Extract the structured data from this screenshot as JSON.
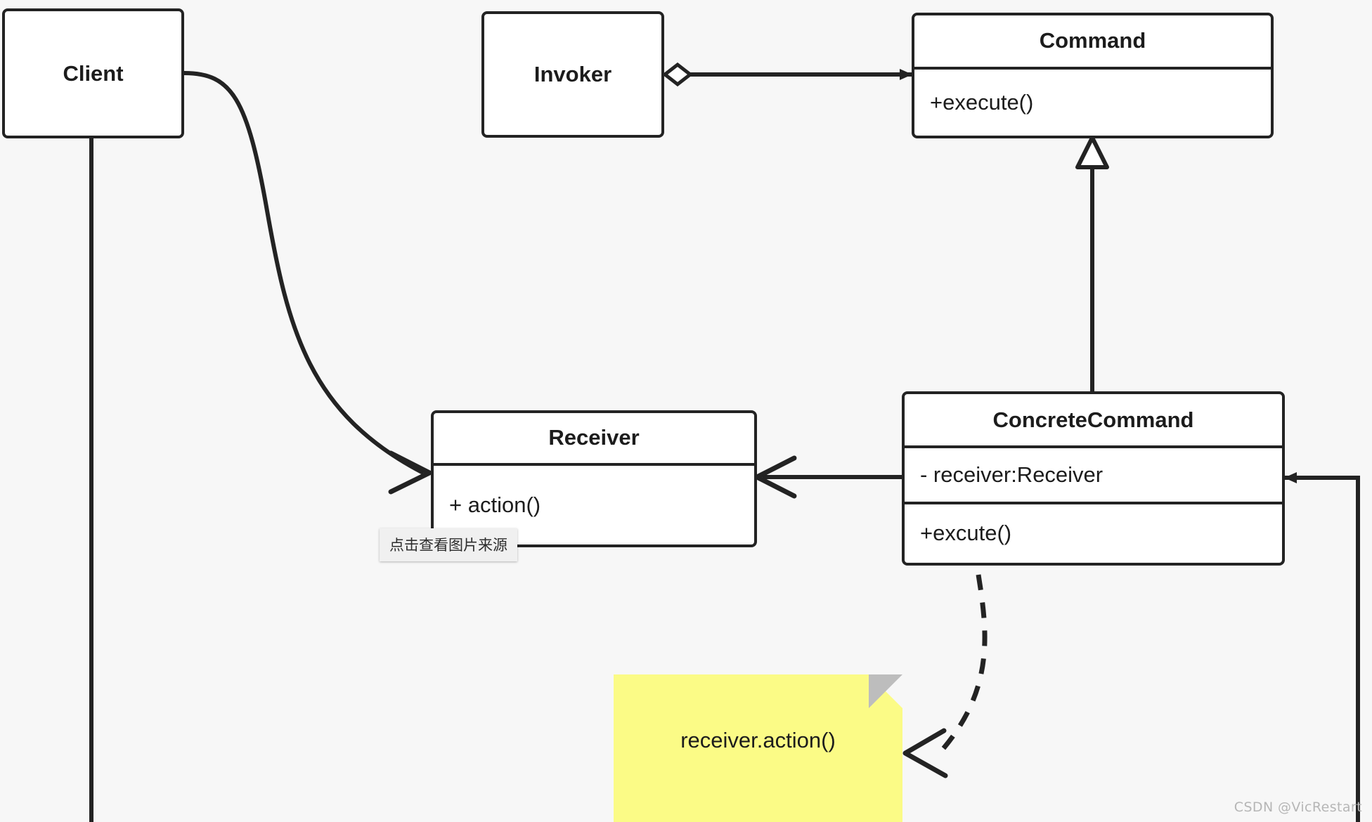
{
  "diagram": {
    "title": "Command Pattern UML Class Diagram",
    "background_color": "#f7f7f7",
    "stroke_color": "#232323",
    "box_fill": "#ffffff",
    "note_fill": "#fbfb86",
    "note_fold_fill": "#bdbdbd"
  },
  "nodes": {
    "client": {
      "name": "Client"
    },
    "invoker": {
      "name": "Invoker"
    },
    "command": {
      "name": "Command",
      "operations": [
        "+execute()"
      ]
    },
    "receiver": {
      "name": "Receiver",
      "operations": [
        "+ action()"
      ]
    },
    "concrete_command": {
      "name": "ConcreteCommand",
      "attributes": [
        "- receiver:Receiver"
      ],
      "operations": [
        "+excute()"
      ]
    }
  },
  "note": {
    "text": "receiver.action()"
  },
  "tooltip": {
    "text": "点击查看图片来源"
  },
  "watermark": {
    "text": "CSDN @VicRestart"
  },
  "edges": [
    {
      "id": "invoker-to-command",
      "from": "Invoker",
      "to": "Command",
      "type": "aggregation",
      "source_decoration": "hollow-diamond",
      "target_decoration": "filled-arrow",
      "line": "solid"
    },
    {
      "id": "concrete-to-command",
      "from": "ConcreteCommand",
      "to": "Command",
      "type": "generalization",
      "source_decoration": "none",
      "target_decoration": "hollow-triangle",
      "line": "solid"
    },
    {
      "id": "client-to-receiver",
      "from": "Client",
      "to": "Receiver",
      "type": "association",
      "source_decoration": "none",
      "target_decoration": "open-arrow",
      "line": "curved-solid"
    },
    {
      "id": "concrete-to-receiver",
      "from": "ConcreteCommand",
      "to": "Receiver",
      "type": "association",
      "source_decoration": "none",
      "target_decoration": "open-arrow",
      "line": "solid"
    },
    {
      "id": "client-to-concrete",
      "from": "Client",
      "to": "ConcreteCommand",
      "type": "association",
      "source_decoration": "none",
      "target_decoration": "filled-arrow",
      "line": "orthogonal-solid"
    },
    {
      "id": "concrete-to-note",
      "from": "ConcreteCommand",
      "to": "receiver.action()",
      "type": "dependency",
      "source_decoration": "none",
      "target_decoration": "open-arrow",
      "line": "dashed-curved"
    }
  ]
}
